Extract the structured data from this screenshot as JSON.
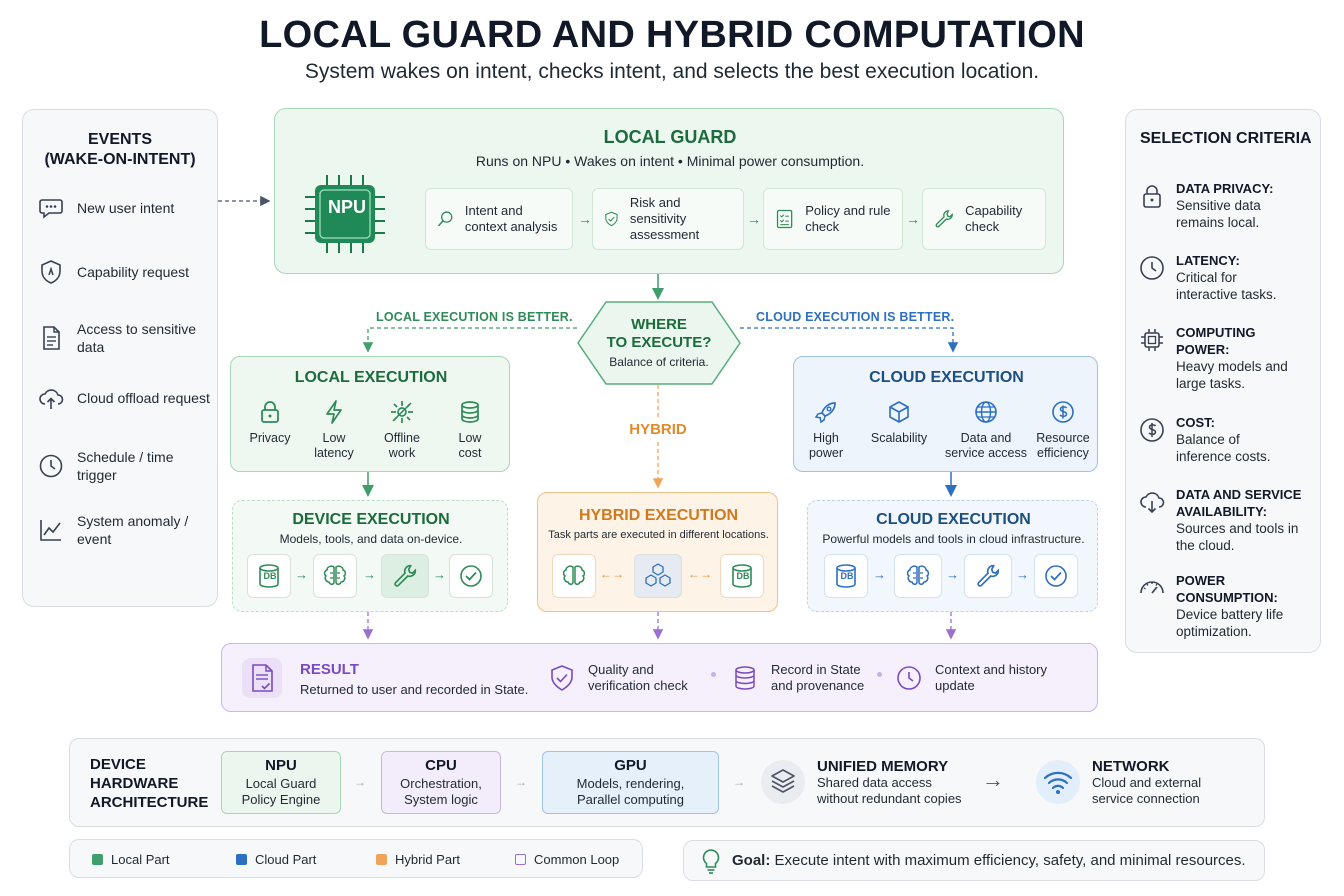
{
  "header": {
    "title": "LOCAL GUARD AND HYBRID COMPUTATION",
    "subtitle": "System wakes on intent, checks intent, and selects the best execution location."
  },
  "events": {
    "title_line1": "EVENTS",
    "title_line2": "(WAKE-ON-INTENT)",
    "items": [
      {
        "label": "New user intent",
        "icon": "chat-bubble-icon"
      },
      {
        "label": "Capability request",
        "icon": "shield-icon"
      },
      {
        "label": "Access to sensitive data",
        "icon": "document-icon"
      },
      {
        "label": "Cloud offload request",
        "icon": "cloud-upload-icon"
      },
      {
        "label": "Schedule / time trigger",
        "icon": "clock-icon"
      },
      {
        "label": "System anomaly / event",
        "icon": "trend-chart-icon"
      }
    ]
  },
  "local_guard": {
    "title": "LOCAL GUARD",
    "subtitle": "Runs on NPU • Wakes on intent • Minimal power consumption.",
    "chip_label": "NPU",
    "steps": [
      {
        "label": "Intent and context analysis",
        "icon": "magnifier-icon"
      },
      {
        "label": "Risk and sensitivity assessment",
        "icon": "shield-check-icon"
      },
      {
        "label": "Policy and rule check",
        "icon": "checklist-icon"
      },
      {
        "label": "Capability check",
        "icon": "wrench-icon"
      }
    ]
  },
  "decision": {
    "line1": "WHERE",
    "line2": "TO EXECUTE?",
    "sub": "Balance of criteria.",
    "left_label": "LOCAL EXECUTION IS BETTER.",
    "right_label": "CLOUD EXECUTION IS BETTER.",
    "hybrid_label": "HYBRID"
  },
  "local_execution": {
    "title": "LOCAL EXECUTION",
    "features": [
      {
        "l1": "Privacy",
        "l2": "",
        "icon": "lock-icon"
      },
      {
        "l1": "Low",
        "l2": "latency",
        "icon": "lightning-icon"
      },
      {
        "l1": "Offline",
        "l2": "work",
        "icon": "offline-icon"
      },
      {
        "l1": "Low",
        "l2": "cost",
        "icon": "database-icon"
      }
    ]
  },
  "cloud_execution_top": {
    "title": "CLOUD EXECUTION",
    "features": [
      {
        "l1": "High",
        "l2": "power",
        "icon": "rocket-icon"
      },
      {
        "l1": "Scalability",
        "l2": "",
        "icon": "cube-icon"
      },
      {
        "l1": "Data and",
        "l2": "service access",
        "icon": "globe-icon"
      },
      {
        "l1": "Resource",
        "l2": "efficiency",
        "icon": "dollar-icon"
      }
    ]
  },
  "device_execution": {
    "title": "DEVICE EXECUTION",
    "subtitle": "Models, tools, and data on-device.",
    "db_label": "DB"
  },
  "hybrid_execution": {
    "title": "HYBRID EXECUTION",
    "subtitle": "Task parts are executed in different locations.",
    "db_label": "DB"
  },
  "cloud_execution_bottom": {
    "title": "CLOUD EXECUTION",
    "subtitle": "Powerful models and tools in cloud infrastructure.",
    "db_label": "DB"
  },
  "result": {
    "title": "RESULT",
    "subtitle": "Returned to user and recorded in State.",
    "items": [
      {
        "l1": "Quality and",
        "l2": "verification check",
        "icon": "shield-check-icon"
      },
      {
        "l1": "Record in State",
        "l2": "and provenance",
        "icon": "database-icon"
      },
      {
        "l1": "Context and history",
        "l2": "update",
        "icon": "clock-icon"
      }
    ]
  },
  "criteria": {
    "title": "SELECTION CRITERIA",
    "items": [
      {
        "head1": "DATA PRIVACY:",
        "head2": "",
        "body1": "Sensitive data",
        "body2": "remains local.",
        "body3": "",
        "icon": "lock-icon"
      },
      {
        "head1": "LATENCY:",
        "head2": "",
        "body1": "Critical for",
        "body2": "interactive tasks.",
        "body3": "",
        "icon": "clock-icon"
      },
      {
        "head1": "COMPUTING",
        "head2": "POWER:",
        "body1": "Heavy models and",
        "body2": "large tasks.",
        "body3": "",
        "icon": "chip-icon"
      },
      {
        "head1": "COST:",
        "head2": "",
        "body1": "Balance of",
        "body2": "inference costs.",
        "body3": "",
        "icon": "dollar-icon"
      },
      {
        "head1": "DATA AND SERVICE",
        "head2": "AVAILABILITY:",
        "body1": "Sources and tools in",
        "body2": "the cloud.",
        "body3": "",
        "icon": "cloud-download-icon"
      },
      {
        "head1": "POWER",
        "head2": "CONSUMPTION:",
        "body1": "Device battery life",
        "body2": "optimization.",
        "body3": "",
        "icon": "gauge-icon"
      }
    ]
  },
  "hardware": {
    "title_l1": "DEVICE",
    "title_l2": "HARDWARE",
    "title_l3": "ARCHITECTURE",
    "npu": {
      "h": "NPU",
      "l1": "Local Guard",
      "l2": "Policy Engine"
    },
    "cpu": {
      "h": "CPU",
      "l1": "Orchestration,",
      "l2": "System logic"
    },
    "gpu": {
      "h": "GPU",
      "l1": "Models, rendering,",
      "l2": "Parallel computing"
    },
    "memory": {
      "h": "UNIFIED MEMORY",
      "l1": "Shared data access",
      "l2": "without redundant copies"
    },
    "network": {
      "h": "NETWORK",
      "l1": "Cloud and external",
      "l2": "service connection"
    }
  },
  "legend": {
    "items": [
      {
        "label": "Local Part",
        "color": "#3f9e6b"
      },
      {
        "label": "Cloud Part",
        "color": "#2d6fc0"
      },
      {
        "label": "Hybrid Part",
        "color": "#f0a35a"
      },
      {
        "label": "Common Loop",
        "color": "#9a6fd0"
      }
    ]
  },
  "goal": {
    "label": "Goal:",
    "text": "Execute intent with maximum efficiency, safety, and minimal resources."
  }
}
